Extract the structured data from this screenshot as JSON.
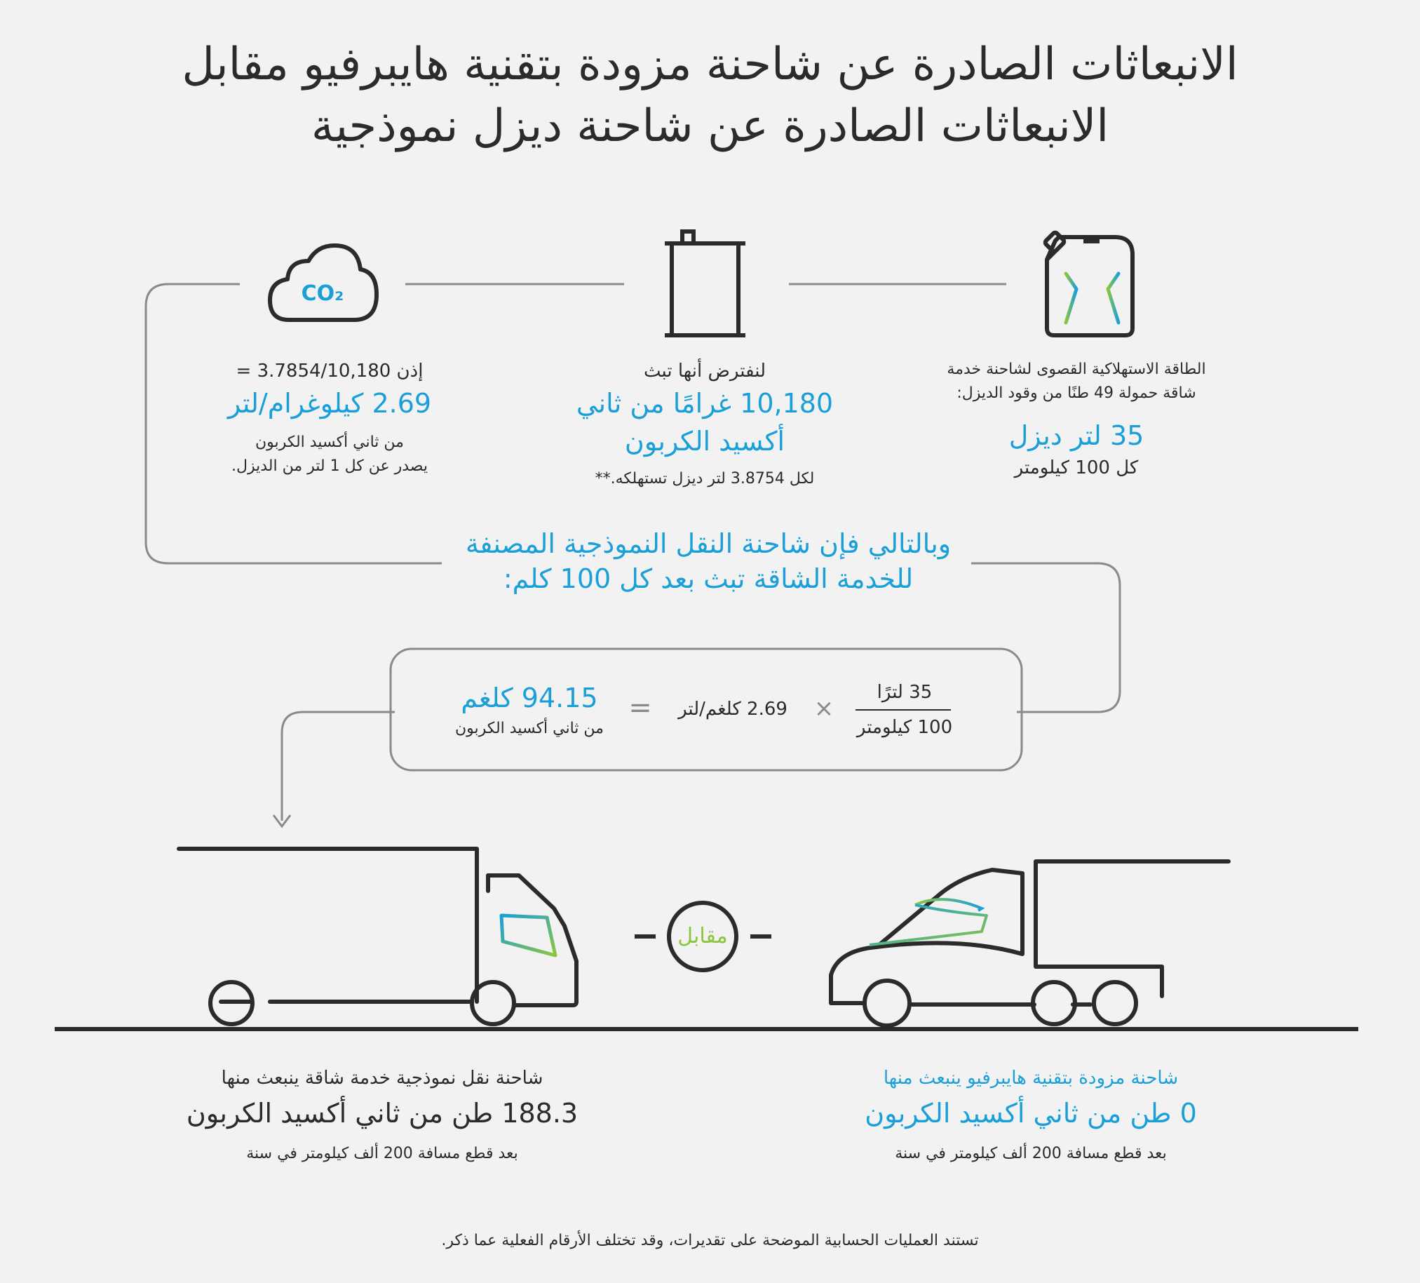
{
  "title": {
    "line1": "الانبعاثات الصادرة عن شاحنة مزودة بتقنية هايبرفيو مقابل",
    "line2": "الانبعاثات الصادرة عن شاحنة ديزل نموذجية"
  },
  "icons": {
    "fuel_can": "jerrycan-icon",
    "barrel": "fuel-barrel-icon",
    "co2_cloud": "co2-cloud-icon",
    "co2_text": "CO₂"
  },
  "fuel": {
    "desc_line1": "الطاقة الاستهلاكية القصوى لشاحنة خدمة",
    "desc_line2": "شاقة حمولة 49 طنًا من وقود الديزل:",
    "value": "35 لتر ديزل",
    "per": "كل 100 كيلومتر"
  },
  "barrel": {
    "assume": "لنفترض أنها تبث",
    "value_line1": "10,180 غرامًا من ثاني",
    "value_line2": "أكسيد الكربون",
    "note": "لكل 3.8754 لتر ديزل تستهلكه.**"
  },
  "co2": {
    "formula": "إذن 3.7854/10,180 =",
    "value": "2.69 كيلوغرام/لتر",
    "desc_line1": "من ثاني أكسيد الكربون",
    "desc_line2": "يصدر عن كل 1 لتر من الديزل."
  },
  "conclusion": {
    "line1": "وبالتالي فإن شاحنة النقل النموذجية المصنفة",
    "line2": "للخدمة الشاقة تبث بعد كل 100 كلم:"
  },
  "equation": {
    "numerator": "35 لترًا",
    "denominator": "100 كيلومتر",
    "times": "×",
    "factor": "2.69 كلغم/لتر",
    "equals": "=",
    "result": "94.15 كلغم",
    "result_desc": "من ثاني أكسيد الكربون"
  },
  "versus": "مقابل",
  "hyperfeo": {
    "line1": "شاحنة مزودة بتقنية هايبرفيو ينبعث منها",
    "value": "0 طن من ثاني أكسيد الكربون",
    "note": "بعد قطع مسافة 200 ألف كيلومتر في سنة"
  },
  "diesel": {
    "line1": "شاحنة نقل نموذجية خدمة شاقة ينبعث منها",
    "value": "188.3 طن من ثاني أكسيد الكربون",
    "note": "بعد قطع مسافة 200 ألف كيلومتر في سنة"
  },
  "footer": "تستند العمليات الحسابية الموضحة على تقديرات، وقد تختلف الأرقام الفعلية عما ذكر.",
  "colors": {
    "blue": "#1a9fd9",
    "green": "#8cc63f",
    "line": "#2b2b2b",
    "connector": "#8a8a8a",
    "background": "#f2f2f2"
  }
}
